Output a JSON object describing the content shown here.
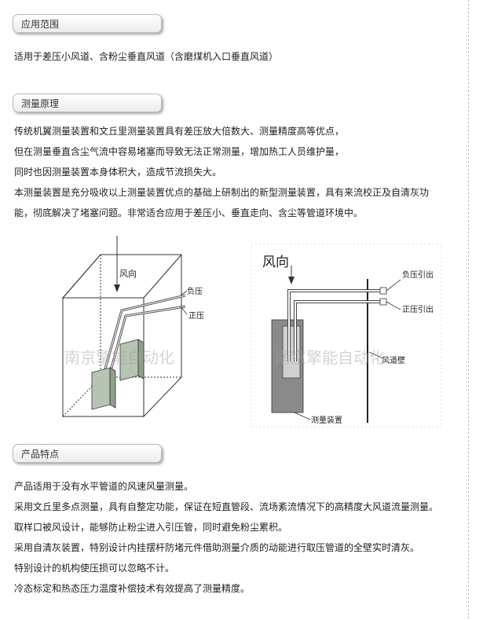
{
  "sections": {
    "scope": {
      "title": "应用范围",
      "lines": [
        "适用于差压小风道、含粉尘垂直风道（含磨煤机入口垂直风道）"
      ]
    },
    "principle": {
      "title": "测量原理",
      "lines": [
        "传统机翼测量装置和文丘里测量装置具有差压放大倍数大、测量精度高等优点，",
        "但在测量垂直含尘气流中容易堵塞而导致无法正常测量，增加热工人员维护量，",
        "同时也因测量装置本身体积大，造成节流损失大。",
        "本测量装置是充分吸收以上测量装置优点的基础上研制出的新型测量装置，具有来流校正及自清灰功",
        "能，彻底解决了堵塞问题。非常适合应用于差压小、垂直走向、含尘等管道环境中。"
      ]
    },
    "features": {
      "title": "产品特点",
      "lines": [
        "产品适用于没有水平管道的风速风量测量。",
        "采用文丘里多点测量，具有自整定功能，保证在短直管段、流场紊流情况下的高精度大风道流量测量。",
        "取样口被风设计，能够防止粉尘进入引压管，同时避免粉尘累积。",
        "采用自清灰装置，特别设计内挂摆杆防堵元件借助测量介质的动能进行取压管道的全壁实时清灰。",
        "特别设计的机构使压损可以忽略不计。",
        "冷态标定和热态压力温度补偿技术有效提高了测量精度。"
      ]
    }
  },
  "diagram_left": {
    "wind": "风向",
    "negative": "负压",
    "positive": "正压",
    "watermark": "南京擎能自动化"
  },
  "diagram_right": {
    "wind": "风向",
    "negative": "负压引出",
    "positive": "正压引出",
    "wall": "风道壁",
    "device": "测量装置",
    "watermark": "南京擎能自动化"
  }
}
